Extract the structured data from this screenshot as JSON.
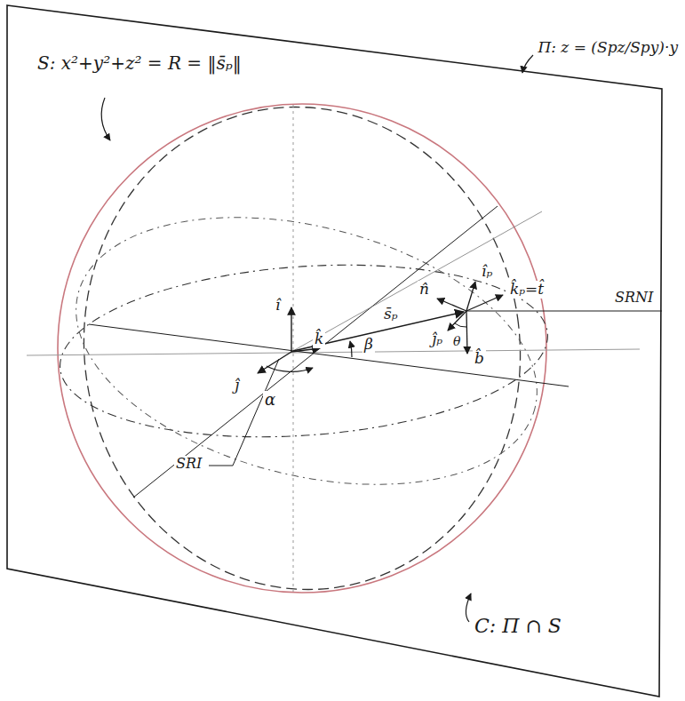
{
  "diagram": {
    "labels": [
      "S: x²+y²+z² = R = ‖s̄ₚ‖",
      "Π: z = (Spz/Spy)·y",
      "SRNI",
      "SRI",
      "î",
      "ĵ",
      "k̂",
      "α",
      "β",
      "s̄ₚ",
      "n̂",
      "îₚ",
      "k̂ₚ=t̂",
      "ĵₚ",
      "θ",
      "b̂",
      "C: Π ∩ S"
    ]
  }
}
